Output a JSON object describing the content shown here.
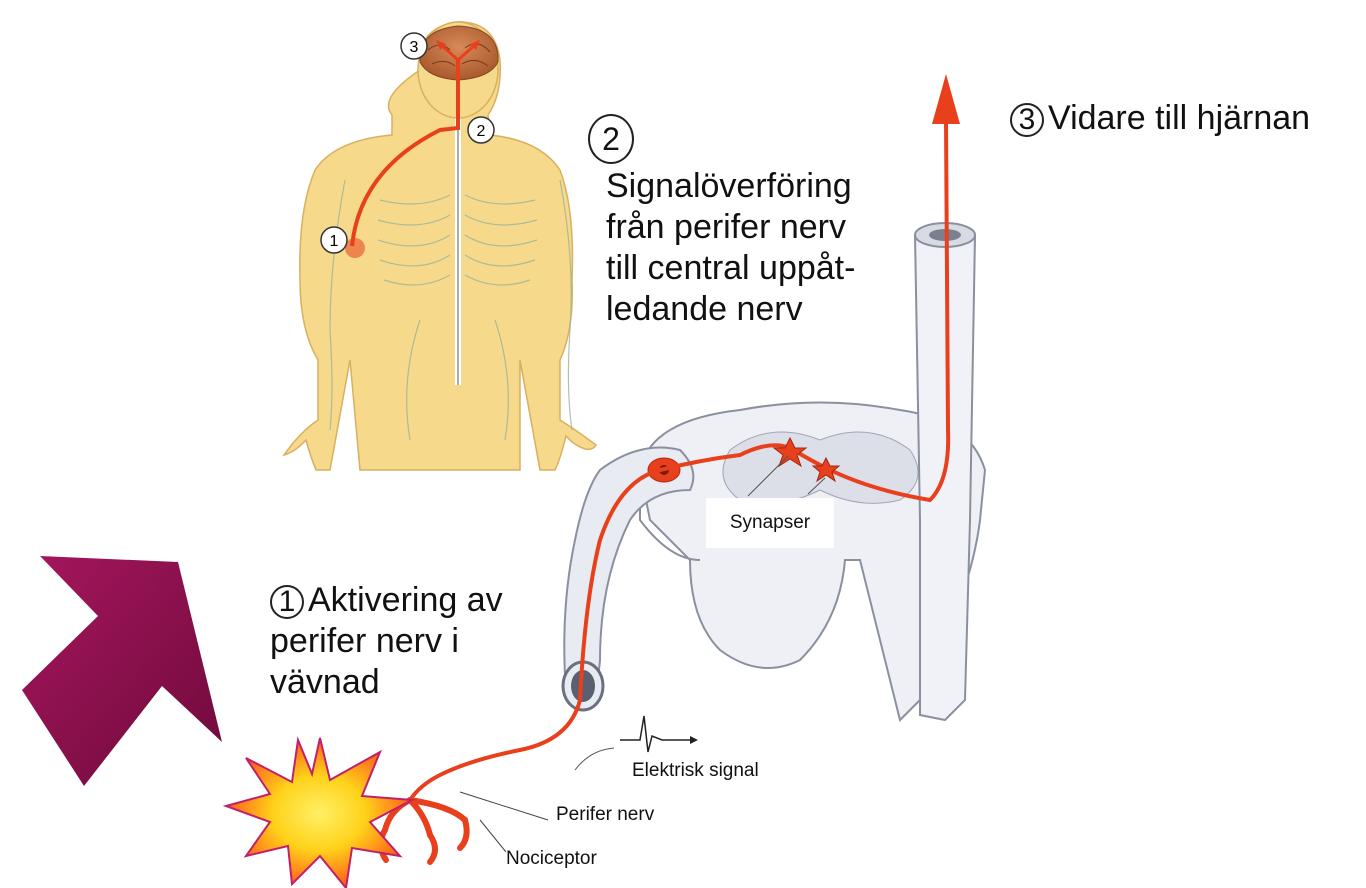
{
  "labels": {
    "step2_number": "2",
    "step2_text_lines": [
      "Signalöverföring",
      "från perifer nerv",
      "till central uppåt-",
      "ledande nerv"
    ],
    "step3_number": "3",
    "step3_text": "Vidare till hjärnan",
    "step1_number": "1",
    "step1_line1": "Aktivering av",
    "step1_line2": "perifer nerv i",
    "step1_line3": "vävnad",
    "synapses": "Synapser",
    "electric_signal": "Elektrisk signal",
    "peripheral_nerve": "Perifer nerv",
    "nociceptor": "Nociceptor"
  },
  "figure_markers": {
    "marker_1": "1",
    "marker_2": "2",
    "marker_3": "3"
  },
  "colors": {
    "nerve_signal": "#e8401c",
    "body_skin": "#f6d98a",
    "purple_arrow": "#8a0f4a",
    "starburst_outer": "#d42a7a",
    "starburst_inner": "#ffd400",
    "nerve_lines": "#6a9a7a",
    "spinal_cord": "#eef0f6"
  }
}
